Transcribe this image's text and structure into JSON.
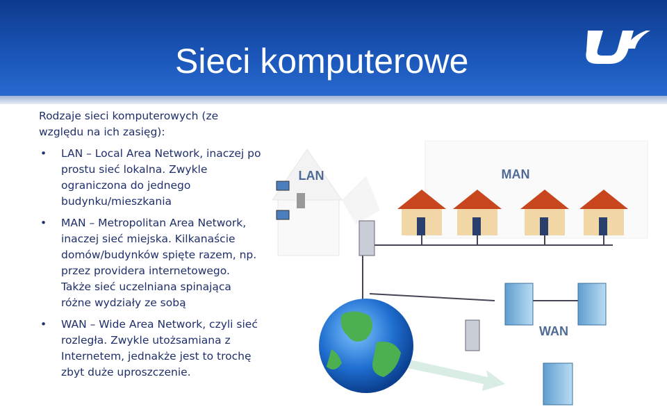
{
  "slide": {
    "title": "Sieci komputerowe",
    "intro": "Rodzaje sieci komputerowych (ze względu na ich zasięg):",
    "bullets": [
      "LAN – Local Area Network, inaczej po prostu sieć lokalna. Zwykle ograniczona do jednego budynku/mieszkania",
      "MAN – Metropolitan Area Network, inaczej sieć miejska. Kilkanaście domów/budynków spięte razem, np. przez providera internetowego. Także sieć uczelniana spinająca różne wydziały ze sobą",
      "WAN – Wide Area Network, czyli sieć rozległa. Zwykle utożsamiana z Internetem, jednakże jest to trochę zbyt duże uproszczenie."
    ]
  },
  "diagram": {
    "labels": {
      "lan": "LAN",
      "man": "MAN",
      "wan": "WAN"
    }
  },
  "colors": {
    "header": "#1a56b8",
    "text": "#1f2f6b",
    "roof": "#c8461e",
    "server": "#8fb9d6"
  },
  "icons": [
    "university-logo",
    "house-icon",
    "server-icon",
    "globe-icon",
    "computer-icon"
  ]
}
